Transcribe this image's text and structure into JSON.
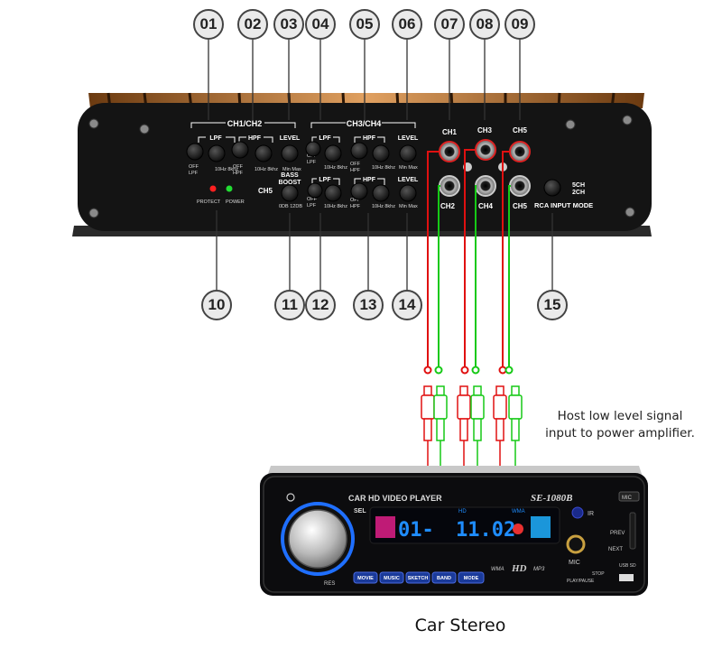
{
  "callouts": {
    "top": [
      "01",
      "02",
      "03",
      "04",
      "05",
      "06",
      "07",
      "08",
      "09"
    ],
    "bottom": [
      "10",
      "11",
      "12",
      "13",
      "14",
      "15"
    ]
  },
  "amplifier": {
    "group_ch12": "CH1/CH2",
    "group_ch34": "CH3/CH4",
    "lpf": "LPF",
    "hpf": "HPF",
    "level": "LEVEL",
    "off": "OFF",
    "range_freq": "10Hz 8khz",
    "range_level": "Min Max",
    "ch5": "CH5",
    "bass_boost_1": "BASS",
    "bass_boost_2": "BOOST",
    "boost_range": "0DB 12DB",
    "protect": "PROTECT",
    "power": "POWER",
    "rca_ch1": "CH1",
    "rca_ch2": "CH2",
    "rca_ch3": "CH3",
    "rca_ch4": "CH4",
    "rca_ch5_top": "CH5",
    "rca_ch5_bottom": "CH5",
    "mode_5ch": "5CH",
    "mode_2ch": "2CH",
    "rca_input_mode": "RCA INPUT MODE"
  },
  "note": {
    "line1": "Host low level signal",
    "line2": "input to power amplifier."
  },
  "stereo": {
    "title": "CAR HD VIDEO PLAYER",
    "model": "SE-1080B",
    "sel": "SEL",
    "res": "RES",
    "display_left": "01-",
    "display_right": "11.02",
    "buttons": [
      "MOVIE",
      "MUSIC",
      "SKETCH",
      "BAND",
      "MODE"
    ],
    "mic_top": "MIC",
    "mic": "MIC",
    "prev": "PREV",
    "next": "NEXT",
    "stop": "STOP",
    "play_pause": "PLAY/PAUSE",
    "usb_sd": "USB SD",
    "ir": "IR",
    "hd_badge": "HD",
    "wma": "WMA",
    "hd": "HD",
    "mp3": "MP3"
  },
  "caption": "Car Stereo",
  "colors": {
    "left_wire": "#e01010",
    "right_wire": "#16c916",
    "chassis": "#141414",
    "heatsink": "#b87430",
    "display_text": "#1f8dff"
  }
}
